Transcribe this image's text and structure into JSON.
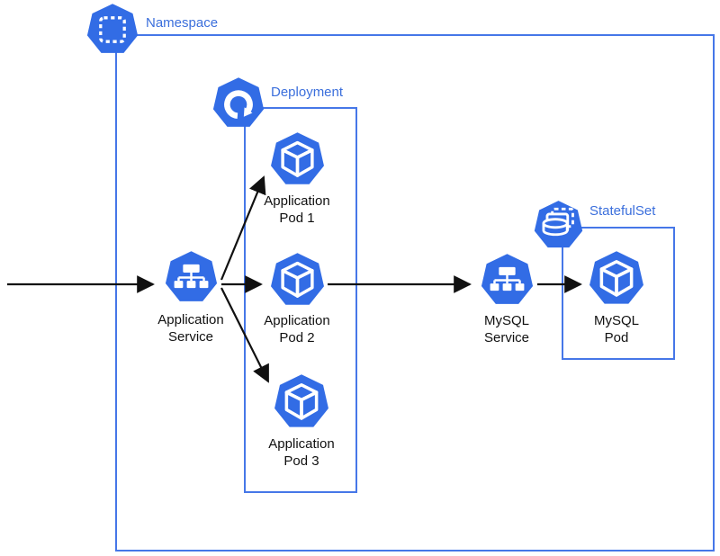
{
  "colors": {
    "k8s_blue": "#326CE5",
    "box_stroke_blue": "#4677E8",
    "label_blue": "#3B6FDC",
    "arrow_black": "#111111",
    "background": "#FFFFFF"
  },
  "groups": {
    "namespace": {
      "label": "Namespace",
      "icon": "k8s-namespace-icon"
    },
    "deployment": {
      "label": "Deployment",
      "icon": "k8s-deployment-icon"
    },
    "statefulset": {
      "label": "StatefulSet",
      "icon": "k8s-statefulset-icon"
    }
  },
  "nodes": {
    "app_service": {
      "line1": "Application",
      "line2": "Service",
      "icon": "k8s-service-icon"
    },
    "app_pod_1": {
      "line1": "Application",
      "line2": "Pod 1",
      "icon": "k8s-pod-icon"
    },
    "app_pod_2": {
      "line1": "Application",
      "line2": "Pod 2",
      "icon": "k8s-pod-icon"
    },
    "app_pod_3": {
      "line1": "Application",
      "line2": "Pod 3",
      "icon": "k8s-pod-icon"
    },
    "mysql_service": {
      "line1": "MySQL",
      "line2": "Service",
      "icon": "k8s-service-icon"
    },
    "mysql_pod": {
      "line1": "MySQL",
      "line2": "Pod",
      "icon": "k8s-pod-icon"
    }
  },
  "edges": [
    {
      "from": "external-left",
      "to": "app_service"
    },
    {
      "from": "app_service",
      "to": "app_pod_1"
    },
    {
      "from": "app_service",
      "to": "app_pod_2"
    },
    {
      "from": "app_service",
      "to": "app_pod_3"
    },
    {
      "from": "app_pod_2",
      "to": "mysql_service"
    },
    {
      "from": "mysql_service",
      "to": "mysql_pod"
    }
  ]
}
